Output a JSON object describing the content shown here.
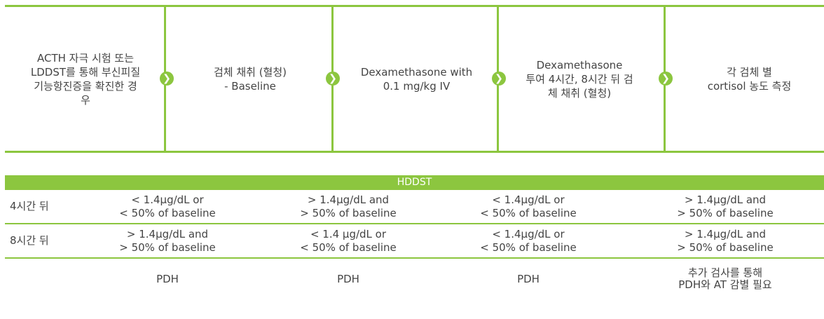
{
  "flow": {
    "steps": [
      {
        "lines": [
          "ACTH 자극 시험 또는",
          "LDDST를 통해 부신피질",
          "기능항진증을 확진한 경",
          "우"
        ]
      },
      {
        "lines": [
          "검체 채취 (혈청)",
          "- Baseline"
        ]
      },
      {
        "lines": [
          "Dexamethasone with",
          "0.1 mg/kg IV"
        ]
      },
      {
        "lines": [
          "Dexamethasone",
          "투여 4시간, 8시간 뒤 검",
          "체 채취 (혈청)"
        ]
      },
      {
        "lines": [
          "각 검체 별",
          "cortisol 농도 측정"
        ]
      }
    ],
    "arrow_glyph": "❯"
  },
  "table": {
    "header": "HDDST",
    "rows": [
      {
        "label": "4시간 뒤",
        "cells": [
          [
            "< 1.4μg/dL or",
            "< 50% of baseline"
          ],
          [
            "> 1.4μg/dL and",
            "> 50% of baseline"
          ],
          [
            "< 1.4μg/dL or",
            "< 50% of baseline"
          ],
          [
            "> 1.4μg/dL and",
            "> 50% of baseline"
          ]
        ]
      },
      {
        "label": "8시간 뒤",
        "cells": [
          [
            "> 1.4μg/dL and",
            "> 50% of baseline"
          ],
          [
            "< 1.4 μg/dL or",
            "< 50% of baseline"
          ],
          [
            "< 1.4μg/dL or",
            "< 50% of baseline"
          ],
          [
            "> 1.4μg/dL and",
            "> 50% of baseline"
          ]
        ]
      },
      {
        "label": "",
        "cells": [
          [
            "PDH"
          ],
          [
            "PDH"
          ],
          [
            "PDH"
          ],
          [
            "추가 검사를 통해",
            "PDH와 AT 감별 필요"
          ]
        ]
      }
    ]
  },
  "colors": {
    "accent": "#8cc63f",
    "text": "#444444"
  }
}
